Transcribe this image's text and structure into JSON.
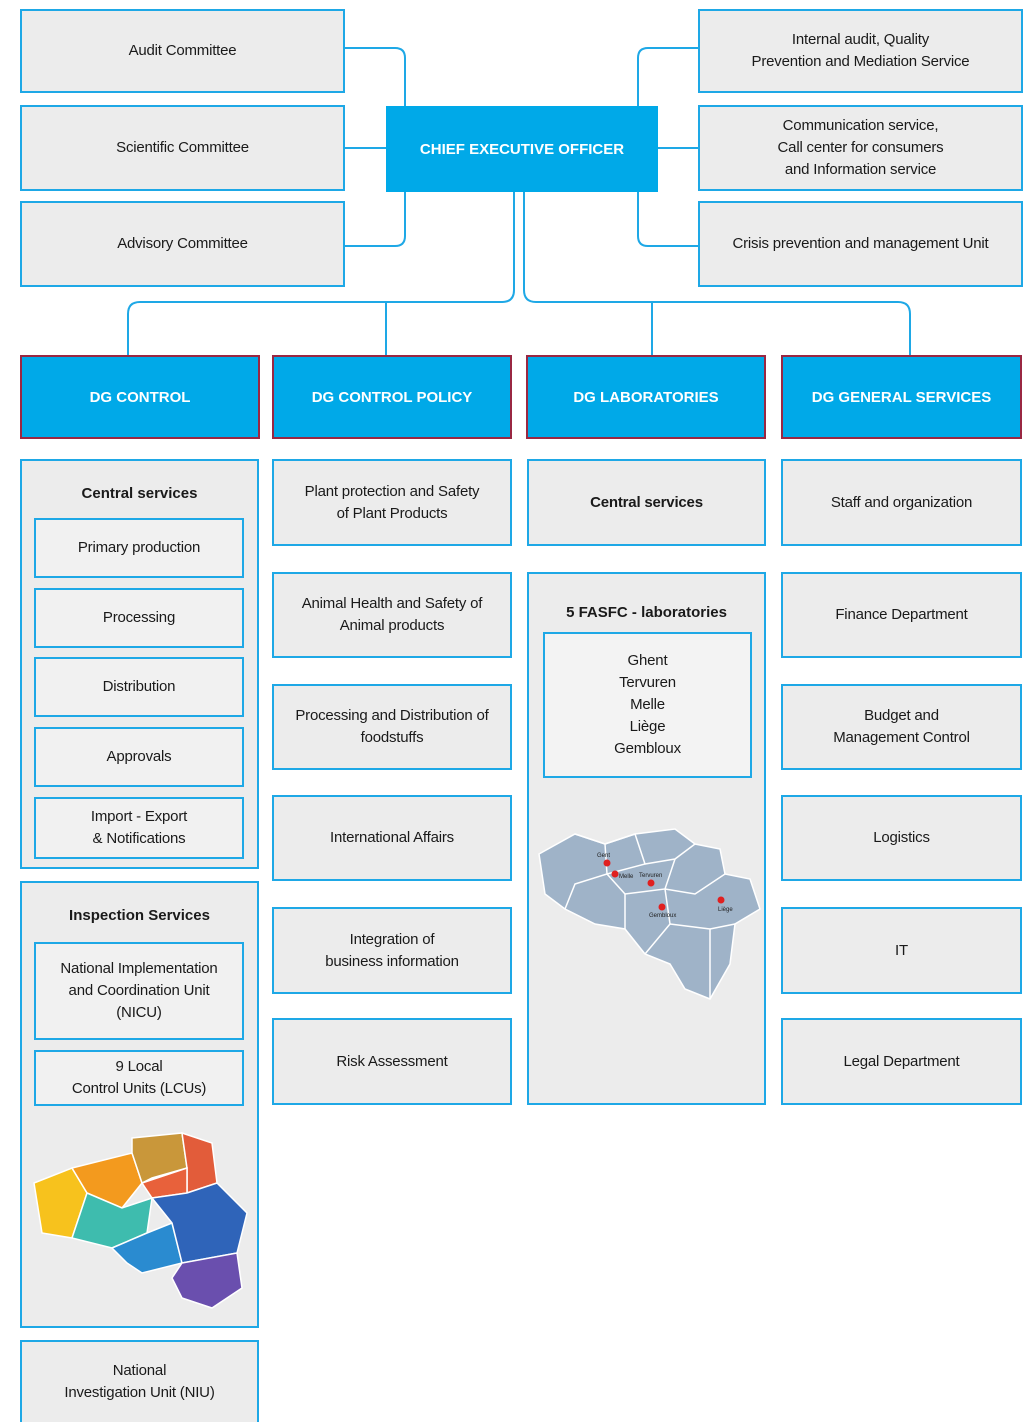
{
  "ceo": "CHIEF EXECUTIVE OFFICER",
  "left_committees": [
    "Audit Committee",
    "Scientific Committee",
    "Advisory Committee"
  ],
  "right_services": [
    "Internal audit, Quality\nPrevention and Mediation Service",
    "Communication service,\nCall center for consumers\nand Information service",
    "Crisis prevention and management Unit"
  ],
  "dgs": [
    "DG CONTROL",
    "DG CONTROL POLICY",
    "DG LABORATORIES",
    "DG GENERAL SERVICES"
  ],
  "dg_control": {
    "central_title": "Central services",
    "central_items": [
      "Primary production",
      "Processing",
      "Distribution",
      "Approvals",
      "Import - Export\n& Notifications"
    ],
    "inspection_title": "Inspection Services",
    "inspection_items": [
      "National Implementation\nand Coordination Unit\n(NICU)",
      "9 Local\nControl Units (LCUs)"
    ],
    "niu": "National\nInvestigation Unit (NIU)"
  },
  "dg_control_policy": [
    "Plant protection and Safety\nof Plant Products",
    "Animal Health and Safety of\nAnimal products",
    "Processing and Distribution of\nfoodstuffs",
    "International Affairs",
    "Integration of\nbusiness information",
    "Risk Assessment"
  ],
  "dg_laboratories": {
    "central": "Central services",
    "labs_title": "5 FASFC - laboratories",
    "labs": "Ghent\nTervuren\nMelle\nLiège\nGembloux",
    "map_labels": [
      "Gent",
      "Melle",
      "Tervuren",
      "Gembloux",
      "Liège"
    ]
  },
  "dg_general_services": [
    "Staff and organization",
    "Finance Department",
    "Budget and\nManagement Control",
    "Logistics",
    "IT",
    "Legal Department"
  ],
  "colors": {
    "accent": "#00a9e8",
    "dg_border": "#9a2742",
    "box_fill": "#ececec",
    "map": "#9fb3c8",
    "lab_dot": "#e02020"
  }
}
